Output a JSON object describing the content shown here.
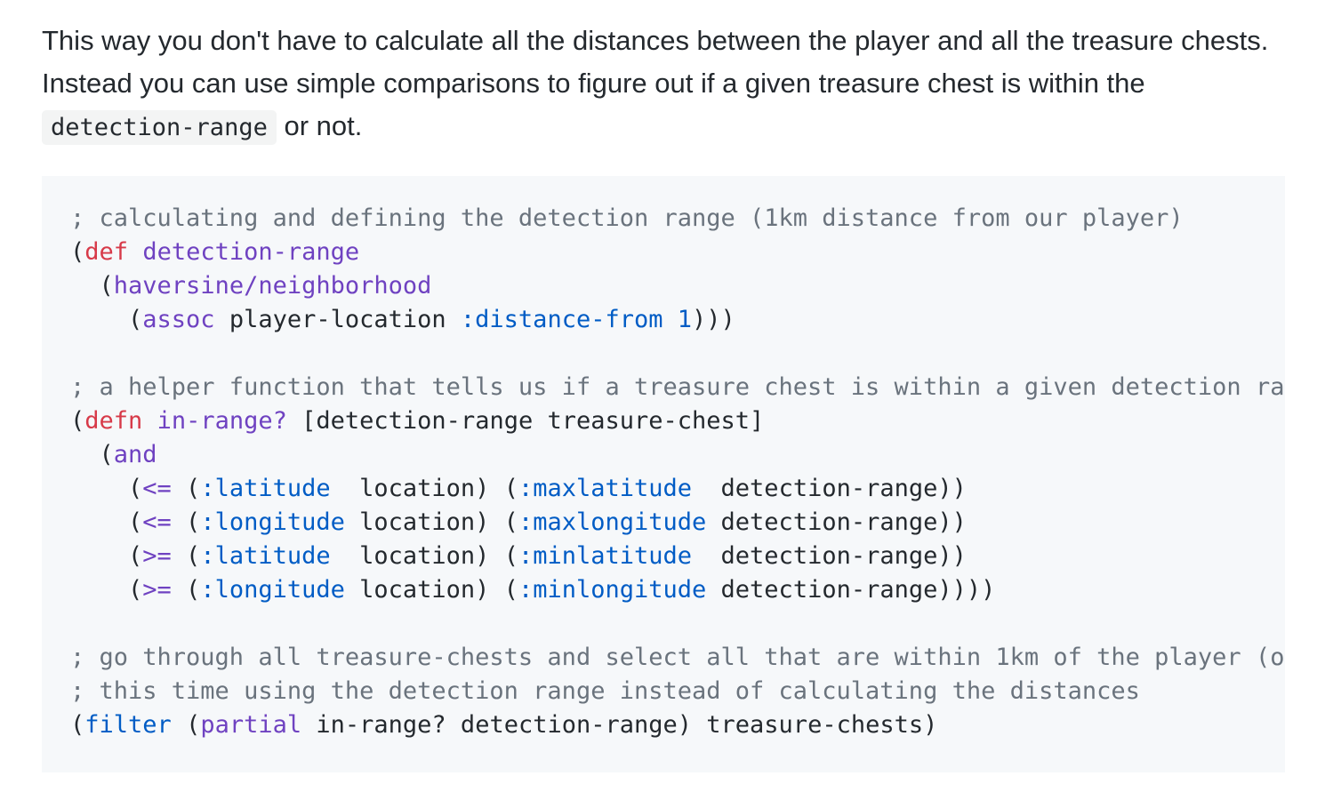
{
  "paragraph": {
    "before": "This way you don't have to calculate all the distances between the player and all the treasure chests. Instead you can use simple comparisons to figure out if a given treasure chest is within the ",
    "code": "detection-range",
    "after": " or not."
  },
  "code_block": {
    "lines": [
      [
        {
          "t": "; calculating and defining the detection range (1km distance from our player)",
          "c": "cmt"
        }
      ],
      [
        {
          "t": "(",
          "c": ""
        },
        {
          "t": "def",
          "c": "kw"
        },
        {
          "t": " ",
          "c": ""
        },
        {
          "t": "detection-range",
          "c": "fn"
        }
      ],
      [
        {
          "t": "  (",
          "c": ""
        },
        {
          "t": "haversine/neighborhood",
          "c": "fn"
        }
      ],
      [
        {
          "t": "    (",
          "c": ""
        },
        {
          "t": "assoc",
          "c": "fn"
        },
        {
          "t": " player-location ",
          "c": ""
        },
        {
          "t": ":distance-from",
          "c": "key"
        },
        {
          "t": " ",
          "c": ""
        },
        {
          "t": "1",
          "c": "num"
        },
        {
          "t": ")))",
          "c": ""
        }
      ],
      [
        {
          "t": "",
          "c": ""
        }
      ],
      [
        {
          "t": "; a helper function that tells us if a treasure chest is within a given detection range",
          "c": "cmt"
        }
      ],
      [
        {
          "t": "(",
          "c": ""
        },
        {
          "t": "defn",
          "c": "kw"
        },
        {
          "t": " ",
          "c": ""
        },
        {
          "t": "in-range?",
          "c": "fn"
        },
        {
          "t": " [detection-range treasure-chest]",
          "c": ""
        }
      ],
      [
        {
          "t": "  (",
          "c": ""
        },
        {
          "t": "and",
          "c": "fn"
        }
      ],
      [
        {
          "t": "    (",
          "c": ""
        },
        {
          "t": "<=",
          "c": "fn"
        },
        {
          "t": " (",
          "c": ""
        },
        {
          "t": ":latitude",
          "c": "key"
        },
        {
          "t": "  location) (",
          "c": ""
        },
        {
          "t": ":maxlatitude",
          "c": "key"
        },
        {
          "t": "  detection-range))",
          "c": ""
        }
      ],
      [
        {
          "t": "    (",
          "c": ""
        },
        {
          "t": "<=",
          "c": "fn"
        },
        {
          "t": " (",
          "c": ""
        },
        {
          "t": ":longitude",
          "c": "key"
        },
        {
          "t": " location) (",
          "c": ""
        },
        {
          "t": ":maxlongitude",
          "c": "key"
        },
        {
          "t": " detection-range))",
          "c": ""
        }
      ],
      [
        {
          "t": "    (",
          "c": ""
        },
        {
          "t": ">=",
          "c": "fn"
        },
        {
          "t": " (",
          "c": ""
        },
        {
          "t": ":latitude",
          "c": "key"
        },
        {
          "t": "  location) (",
          "c": ""
        },
        {
          "t": ":minlatitude",
          "c": "key"
        },
        {
          "t": "  detection-range))",
          "c": ""
        }
      ],
      [
        {
          "t": "    (",
          "c": ""
        },
        {
          "t": ">=",
          "c": "fn"
        },
        {
          "t": " (",
          "c": ""
        },
        {
          "t": ":longitude",
          "c": "key"
        },
        {
          "t": " location) (",
          "c": ""
        },
        {
          "t": ":minlongitude",
          "c": "key"
        },
        {
          "t": " detection-range))))",
          "c": ""
        }
      ],
      [
        {
          "t": "",
          "c": ""
        }
      ],
      [
        {
          "t": "; go through all treasure-chests and select all that are within 1km of the player (o",
          "c": "cmt"
        }
      ],
      [
        {
          "t": "; this time using the detection range instead of calculating the distances",
          "c": "cmt"
        }
      ],
      [
        {
          "t": "(",
          "c": ""
        },
        {
          "t": "filter",
          "c": "key"
        },
        {
          "t": " (",
          "c": ""
        },
        {
          "t": "partial",
          "c": "fn"
        },
        {
          "t": " in-range? detection-range) treasure-chests)",
          "c": ""
        }
      ]
    ]
  },
  "colors": {
    "text": "#24292e",
    "comment": "#6a737d",
    "keyword": "#d73a49",
    "function": "#6f42c1",
    "constant": "#005cc5",
    "code_background": "#f6f8fa",
    "inline_code_background": "#f3f4f4"
  }
}
